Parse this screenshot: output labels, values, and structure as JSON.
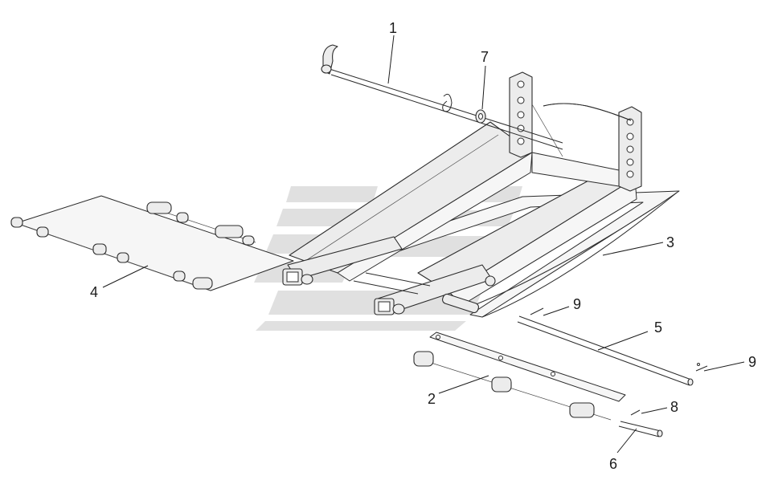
{
  "callouts": [
    {
      "id": "1",
      "text": "1"
    },
    {
      "id": "2",
      "text": "2"
    },
    {
      "id": "3",
      "text": "3"
    },
    {
      "id": "4",
      "text": "4"
    },
    {
      "id": "5",
      "text": "5"
    },
    {
      "id": "6",
      "text": "6"
    },
    {
      "id": "7",
      "text": "7"
    },
    {
      "id": "8",
      "text": "8"
    },
    {
      "id": "9a",
      "text": "9"
    },
    {
      "id": "9b",
      "text": "9"
    }
  ],
  "colors": {
    "line": "#2b2b2b",
    "fill": "#ececec",
    "watermark": "#d6d6d6"
  }
}
